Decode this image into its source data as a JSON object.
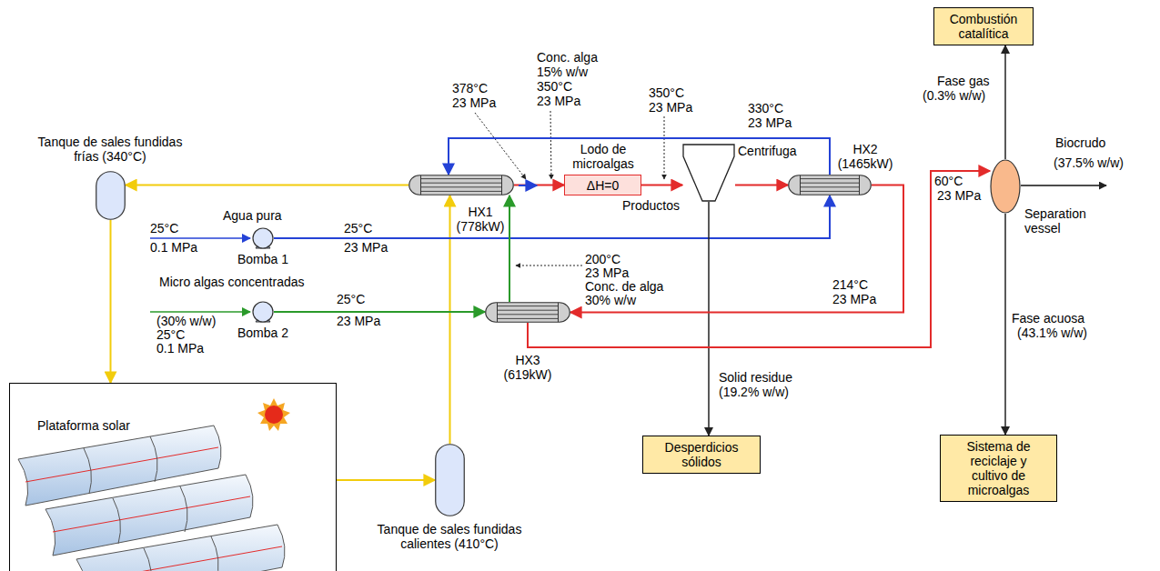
{
  "diagram": {
    "nodes": [
      {
        "text": [
          "Tanque de sales fundidas frías (340°C)"
        ]
      },
      {
        "text": [
          "Bomba 1"
        ]
      },
      {
        "text": [
          "Bomba 2"
        ]
      },
      {
        "text": [
          "HX1 (778kW)"
        ]
      },
      {
        "text": [
          "Lodo de microalgas",
          "ΔH=0"
        ]
      },
      {
        "text": [
          "Centrifuga"
        ]
      },
      {
        "text": [
          "HX2 (1465kW)"
        ]
      },
      {
        "text": [
          "HX3 (619kW)"
        ]
      },
      {
        "text": [
          "Combustión catalítica"
        ]
      },
      {
        "text": [
          "Separation vessel"
        ]
      },
      {
        "text": [
          "Desperdicios sólidos"
        ]
      },
      {
        "text": [
          "Sistema de reciclaje y cultivo de microalgas"
        ]
      },
      {
        "text": [
          "Plataforma solar"
        ]
      },
      {
        "text": [
          "Tanque de sales fundidas calientes (410°C)"
        ]
      }
    ],
    "edges": [
      {
        "from": 3,
        "to": 0,
        "arrow": "to"
      },
      {
        "from": 0,
        "to": 12,
        "arrow": "to"
      },
      {
        "from": 12,
        "to": 13,
        "arrow": "to"
      },
      {
        "from": 13,
        "to": 3,
        "arrow": "to"
      },
      {
        "from": 1,
        "to": 6,
        "arrow": "to"
      },
      {
        "from": 6,
        "to": 3,
        "arrow": "to"
      },
      {
        "from": 3,
        "to": 4,
        "arrow": "to"
      },
      {
        "from": 2,
        "to": 7,
        "arrow": "to"
      },
      {
        "from": 7,
        "to": 3,
        "arrow": "to"
      },
      {
        "from": 4,
        "to": 5,
        "arrow": "to"
      },
      {
        "from": 5,
        "to": 6,
        "arrow": "to"
      },
      {
        "from": 5,
        "to": 10,
        "arrow": "to"
      },
      {
        "from": 6,
        "to": 7,
        "arrow": "to"
      },
      {
        "from": 7,
        "to": 9,
        "arrow": "to"
      },
      {
        "from": 9,
        "to": 8,
        "arrow": "to"
      },
      {
        "from": 9,
        "to": 11,
        "arrow": "to"
      }
    ],
    "labels": [
      "378°C",
      "23 MPa",
      "Conc. alga",
      "15% w/w",
      "350°C",
      "23 MPa",
      "350°C",
      "23 MPa",
      "330°C",
      "23 MPa",
      "Productos",
      "Agua pura",
      "25°C",
      "0.1 MPa",
      "25°C",
      "23 MPa",
      "Micro algas concentradas",
      "(30% w/w)",
      "25°C",
      "0.1 MPa",
      "25°C",
      "23 MPa",
      "200°C",
      "23 MPa",
      "Conc. de alga",
      "30% w/w",
      "214°C",
      "23 MPa",
      "60°C",
      "23 MPa",
      "Fase gas",
      "(0.3% w/w)",
      "Biocrudo",
      "(37.5% w/w)",
      "Fase acuosa",
      "(43.1% w/w)",
      "Solid residue",
      "(19.2% w/w)"
    ]
  }
}
